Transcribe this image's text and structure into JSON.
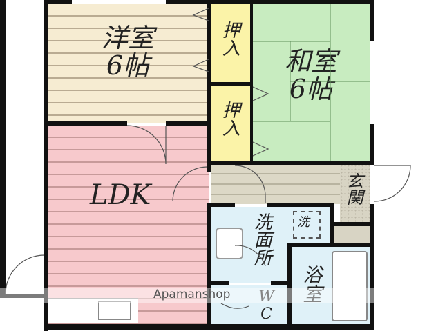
{
  "floor_plan": {
    "rooms": {
      "western_room": {
        "name": "洋室",
        "size": "6帖",
        "color": "#f6ecd2"
      },
      "japanese_room": {
        "name": "和室",
        "size": "6帖",
        "color": "#c8ecc0"
      },
      "ldk": {
        "name": "LDK",
        "color": "#f7c9cc"
      },
      "closet_top": {
        "name": "押入",
        "color": "#fbf3a8"
      },
      "closet_bottom": {
        "name": "押入",
        "color": "#fbf3a8"
      },
      "entrance": {
        "name": "玄関",
        "color": "#d8d4c4"
      },
      "washroom": {
        "name": "洗面所",
        "color": "#dff1f8"
      },
      "washer": {
        "name": "洗"
      },
      "bathroom": {
        "name": "浴室",
        "color": "#dff1f8"
      },
      "toilet": {
        "name": "WC",
        "color": "#dff1f8"
      },
      "hallway": {
        "color": "#dcd8c6"
      }
    },
    "watermark": "Apamanshop"
  }
}
